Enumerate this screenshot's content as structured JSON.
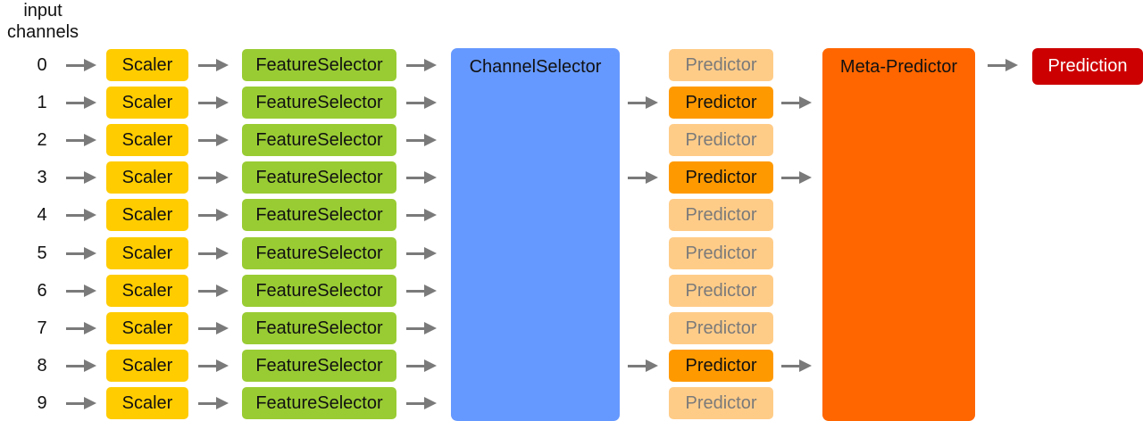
{
  "header": {
    "line1": "input",
    "line2": "channels"
  },
  "channels": [
    "0",
    "1",
    "2",
    "3",
    "4",
    "5",
    "6",
    "7",
    "8",
    "9"
  ],
  "scaler_label": "Scaler",
  "feature_selector_label": "FeatureSelector",
  "channel_selector_label": "ChannelSelector",
  "predictor_label": "Predictor",
  "meta_predictor_label": "Meta-Predictor",
  "prediction_label": "Prediction",
  "selected_channels": [
    1,
    3,
    8
  ],
  "colors": {
    "scaler": "#ffcc00",
    "feature_selector": "#99cc33",
    "channel_selector": "#6699ff",
    "predictor_active": "#ff9900",
    "predictor_inactive": "#ffcc88",
    "predictor_inactive_text": "#7a7a7a",
    "meta_predictor": "#ff6600",
    "prediction": "#cc0000",
    "prediction_text": "#ffffff",
    "arrow": "#7a7a7a"
  }
}
